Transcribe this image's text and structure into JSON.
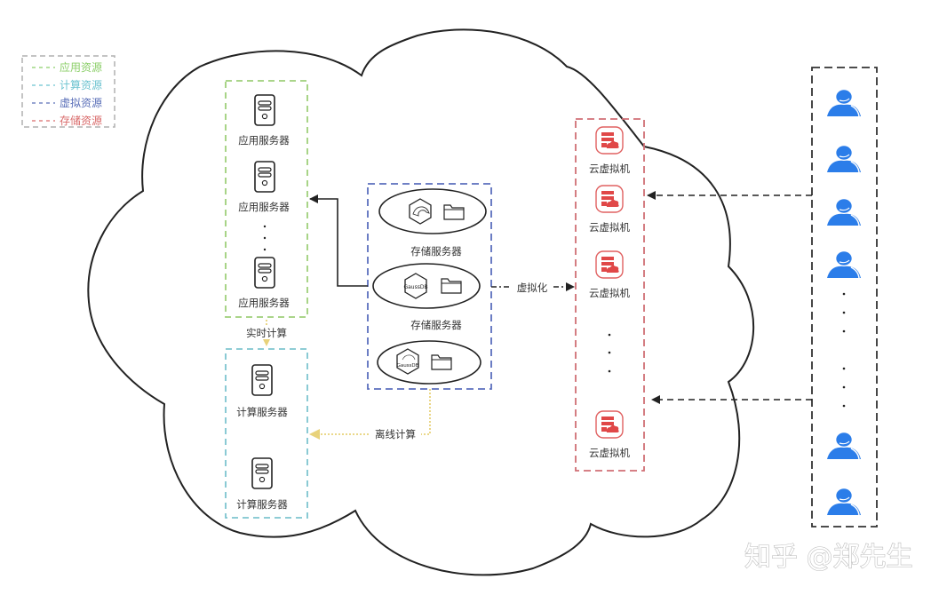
{
  "legend": {
    "items": [
      {
        "label": "应用资源",
        "color": "#8ccf6a"
      },
      {
        "label": "计算资源",
        "color": "#6cc3d0"
      },
      {
        "label": "虚拟资源",
        "color": "#5a6fb8"
      },
      {
        "label": "存储资源",
        "color": "#d96a6a"
      }
    ],
    "border_color": "#b0b0b0"
  },
  "groups": {
    "app": {
      "color": "#9ecf7a",
      "servers": [
        "应用服务器",
        "应用服务器",
        "应用服务器"
      ],
      "ellipsis": "·"
    },
    "compute": {
      "color": "#7ec5cf",
      "servers": [
        "计算服务器",
        "计算服务器"
      ]
    },
    "storage": {
      "color": "#5b6fbd",
      "nodes": [
        {
          "icons": [
            "mysql-icon",
            "folder-icon"
          ],
          "label": "存储服务器"
        },
        {
          "icons": [
            "gaussdb-icon",
            "folder-icon"
          ],
          "label": "存储服务器"
        },
        {
          "icons": [
            "gaussdb-mysql-icon",
            "folder-icon"
          ],
          "label": ""
        }
      ],
      "gauss_text": "GaussDB"
    },
    "virtual": {
      "color": "#d06f75",
      "icon_color": "#e04848",
      "vms": [
        "云虚拟机",
        "云虚拟机",
        "云虚拟机",
        "云虚拟机"
      ]
    },
    "users": {
      "color": "#333333",
      "icon_color": "#2b7de9",
      "count_top": 4,
      "count_bottom": 2
    }
  },
  "connectors": {
    "realtime": "实时计算",
    "offline": "离线计算",
    "virtualize": "虚拟化",
    "offline_color": "#e8d27a"
  },
  "watermark": "知乎 @郑先生"
}
